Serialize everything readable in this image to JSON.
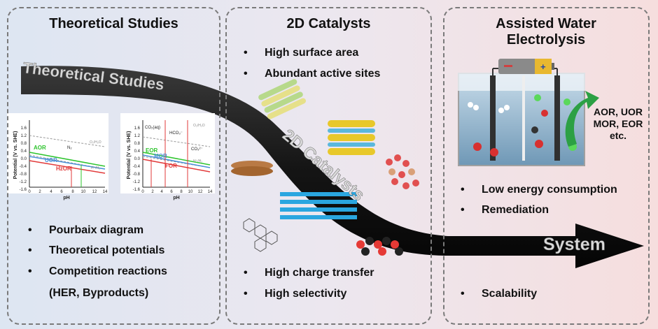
{
  "panels": {
    "theory": {
      "title": "Theoretical Studies",
      "bullets": [
        "Pourbaix diagram",
        "Theoretical potentials",
        "Competition reactions",
        "(HER, Byproducts)"
      ]
    },
    "catalysts": {
      "title": "2D Catalysts",
      "top_bullets": [
        "High surface area",
        "Abundant active sites"
      ],
      "bottom_bullets": [
        "High charge transfer",
        "High selectivity"
      ]
    },
    "electrolysis": {
      "title": "Assisted Water Electrolysis",
      "bullets": [
        "Low energy consumption",
        "Remediation"
      ],
      "bottom_bullets": [
        "Scalability"
      ],
      "reactions": [
        "AOR, UOR",
        "MOR, EOR",
        "etc."
      ]
    }
  },
  "arrow_labels": [
    "Theoretical Studies",
    "2D Catalysts",
    "System"
  ],
  "pourbaix_left": {
    "y_axis": "Potential (V vs. SHE)",
    "x_axis": "pH",
    "y_ticks": [
      "1.6",
      "1.2",
      "0.8",
      "0.4",
      "0.0",
      "-0.4",
      "-0.8",
      "-1.2",
      "-1.6"
    ],
    "x_ticks": [
      "0",
      "2",
      "4",
      "6",
      "8",
      "10",
      "12",
      "14"
    ],
    "labels": [
      "AOR",
      "UOR",
      "HzOR",
      "N₂",
      "O₂/H₂O",
      "H⁺/H₂"
    ]
  },
  "pourbaix_right": {
    "y_axis": "Potential (V vs. SHE)",
    "x_axis": "pH",
    "y_ticks": [
      "1.6",
      "1.2",
      "0.8",
      "0.4",
      "0.0",
      "-0.4",
      "-0.8",
      "-1.2",
      "-1.6"
    ],
    "x_ticks": [
      "0",
      "2",
      "4",
      "6",
      "8",
      "10",
      "12",
      "14"
    ],
    "labels": [
      "EOR",
      "MOR",
      "FOR",
      "CO₂(aq)",
      "HCO₃⁻",
      "CO₃²⁻",
      "O₂/H₂O",
      "H⁺/H₂"
    ]
  },
  "battery_sign": "+",
  "colors": {
    "arrow": "#1b1b1b",
    "AOR": "#2ec42e",
    "UOR": "#4a8fd8",
    "HzOR": "#e23a3a",
    "EOR": "#2ec42e",
    "MOR": "#4a8fd8",
    "FOR": "#e23a3a",
    "battery": "#e8b830"
  }
}
